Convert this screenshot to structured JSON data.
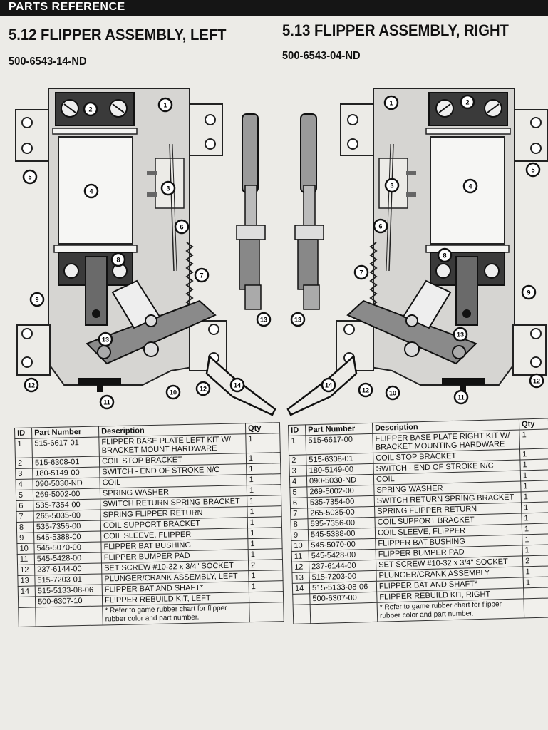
{
  "header": {
    "section_label": "PARTS REFERENCE"
  },
  "left": {
    "title": "5.12 FLIPPER ASSEMBLY, LEFT",
    "part_number": "500-6543-14-ND"
  },
  "right": {
    "title": "5.13 FLIPPER ASSEMBLY, RIGHT",
    "part_number": "500-6543-04-ND"
  },
  "table_headers": {
    "id": "ID",
    "part_number": "Part Number",
    "description": "Description",
    "qty": "Qty"
  },
  "left_table": {
    "rows": [
      {
        "id": "1",
        "pn": "515-6617-01",
        "desc": "FLIPPER BASE PLATE LEFT KIT W/ BRACKET MOUNT HARDWARE",
        "qty": "1"
      },
      {
        "id": "2",
        "pn": "515-6308-01",
        "desc": "COIL STOP BRACKET",
        "qty": "1"
      },
      {
        "id": "3",
        "pn": "180-5149-00",
        "desc": "SWITCH - END OF STROKE N/C",
        "qty": "1"
      },
      {
        "id": "4",
        "pn": "090-5030-ND",
        "desc": "COIL",
        "qty": "1"
      },
      {
        "id": "5",
        "pn": "269-5002-00",
        "desc": "SPRING WASHER",
        "qty": "1"
      },
      {
        "id": "6",
        "pn": "535-7354-00",
        "desc": "SWITCH RETURN SPRING BRACKET",
        "qty": "1"
      },
      {
        "id": "7",
        "pn": "265-5035-00",
        "desc": "SPRING FLIPPER RETURN",
        "qty": "1"
      },
      {
        "id": "8",
        "pn": "535-7356-00",
        "desc": "COIL SUPPORT BRACKET",
        "qty": "1"
      },
      {
        "id": "9",
        "pn": "545-5388-00",
        "desc": "COIL SLEEVE, FLIPPER",
        "qty": "1"
      },
      {
        "id": "10",
        "pn": "545-5070-00",
        "desc": "FLIPPER BAT BUSHING",
        "qty": "1"
      },
      {
        "id": "11",
        "pn": "545-5428-00",
        "desc": "FLIPPER BUMPER PAD",
        "qty": "1"
      },
      {
        "id": "12",
        "pn": "237-6144-00",
        "desc": "SET SCREW #10-32 x 3/4\" SOCKET",
        "qty": "2"
      },
      {
        "id": "13",
        "pn": "515-7203-01",
        "desc": "PLUNGER/CRANK ASSEMBLY, LEFT",
        "qty": "1"
      },
      {
        "id": "14",
        "pn": "515-5133-08-06",
        "desc": "FLIPPER BAT AND SHAFT*",
        "qty": "1"
      },
      {
        "id": "",
        "pn": "500-6307-10",
        "desc": "FLIPPER REBUILD KIT, LEFT",
        "qty": ""
      }
    ],
    "note": "* Refer to game rubber chart for flipper rubber color and part number."
  },
  "right_table": {
    "rows": [
      {
        "id": "1",
        "pn": "515-6617-00",
        "desc": "FLIPPER BASE PLATE RIGHT KIT W/ BRACKET MOUNTING HARDWARE",
        "qty": "1"
      },
      {
        "id": "2",
        "pn": "515-6308-01",
        "desc": "COIL STOP BRACKET",
        "qty": "1"
      },
      {
        "id": "3",
        "pn": "180-5149-00",
        "desc": "SWITCH - END OF STROKE N/C",
        "qty": "1"
      },
      {
        "id": "4",
        "pn": "090-5030-ND",
        "desc": "COIL",
        "qty": "1"
      },
      {
        "id": "5",
        "pn": "269-5002-00",
        "desc": "SPRING WASHER",
        "qty": "1"
      },
      {
        "id": "6",
        "pn": "535-7354-00",
        "desc": "SWITCH RETURN SPRING BRACKET",
        "qty": "1"
      },
      {
        "id": "7",
        "pn": "265-5035-00",
        "desc": "SPRING FLIPPER RETURN",
        "qty": "1"
      },
      {
        "id": "8",
        "pn": "535-7356-00",
        "desc": "COIL SUPPORT BRACKET",
        "qty": "1"
      },
      {
        "id": "9",
        "pn": "545-5388-00",
        "desc": "COIL SLEEVE, FLIPPER",
        "qty": "1"
      },
      {
        "id": "10",
        "pn": "545-5070-00",
        "desc": "FLIPPER BAT BUSHING",
        "qty": "1"
      },
      {
        "id": "11",
        "pn": "545-5428-00",
        "desc": "FLIPPER BUMPER PAD",
        "qty": "1"
      },
      {
        "id": "12",
        "pn": "237-6144-00",
        "desc": "SET SCREW #10-32 x 3/4\" SOCKET",
        "qty": "2"
      },
      {
        "id": "13",
        "pn": "515-7203-00",
        "desc": "PLUNGER/CRANK ASSEMBLY",
        "qty": "1"
      },
      {
        "id": "14",
        "pn": "515-5133-08-06",
        "desc": "FLIPPER BAT AND SHAFT*",
        "qty": "1"
      },
      {
        "id": "",
        "pn": "500-6307-00",
        "desc": "FLIPPER REBUILD KIT, RIGHT",
        "qty": ""
      }
    ],
    "note": "* Refer to game rubber chart for flipper rubber color and part number."
  },
  "callouts": {
    "left": [
      "1",
      "2",
      "3",
      "4",
      "5",
      "6",
      "7",
      "8",
      "9",
      "13",
      "12",
      "10",
      "11",
      "12",
      "14",
      "13"
    ],
    "right": [
      "1",
      "2",
      "3",
      "4",
      "5",
      "6",
      "7",
      "8",
      "9",
      "13",
      "12",
      "10",
      "11",
      "12",
      "14",
      "13"
    ]
  }
}
